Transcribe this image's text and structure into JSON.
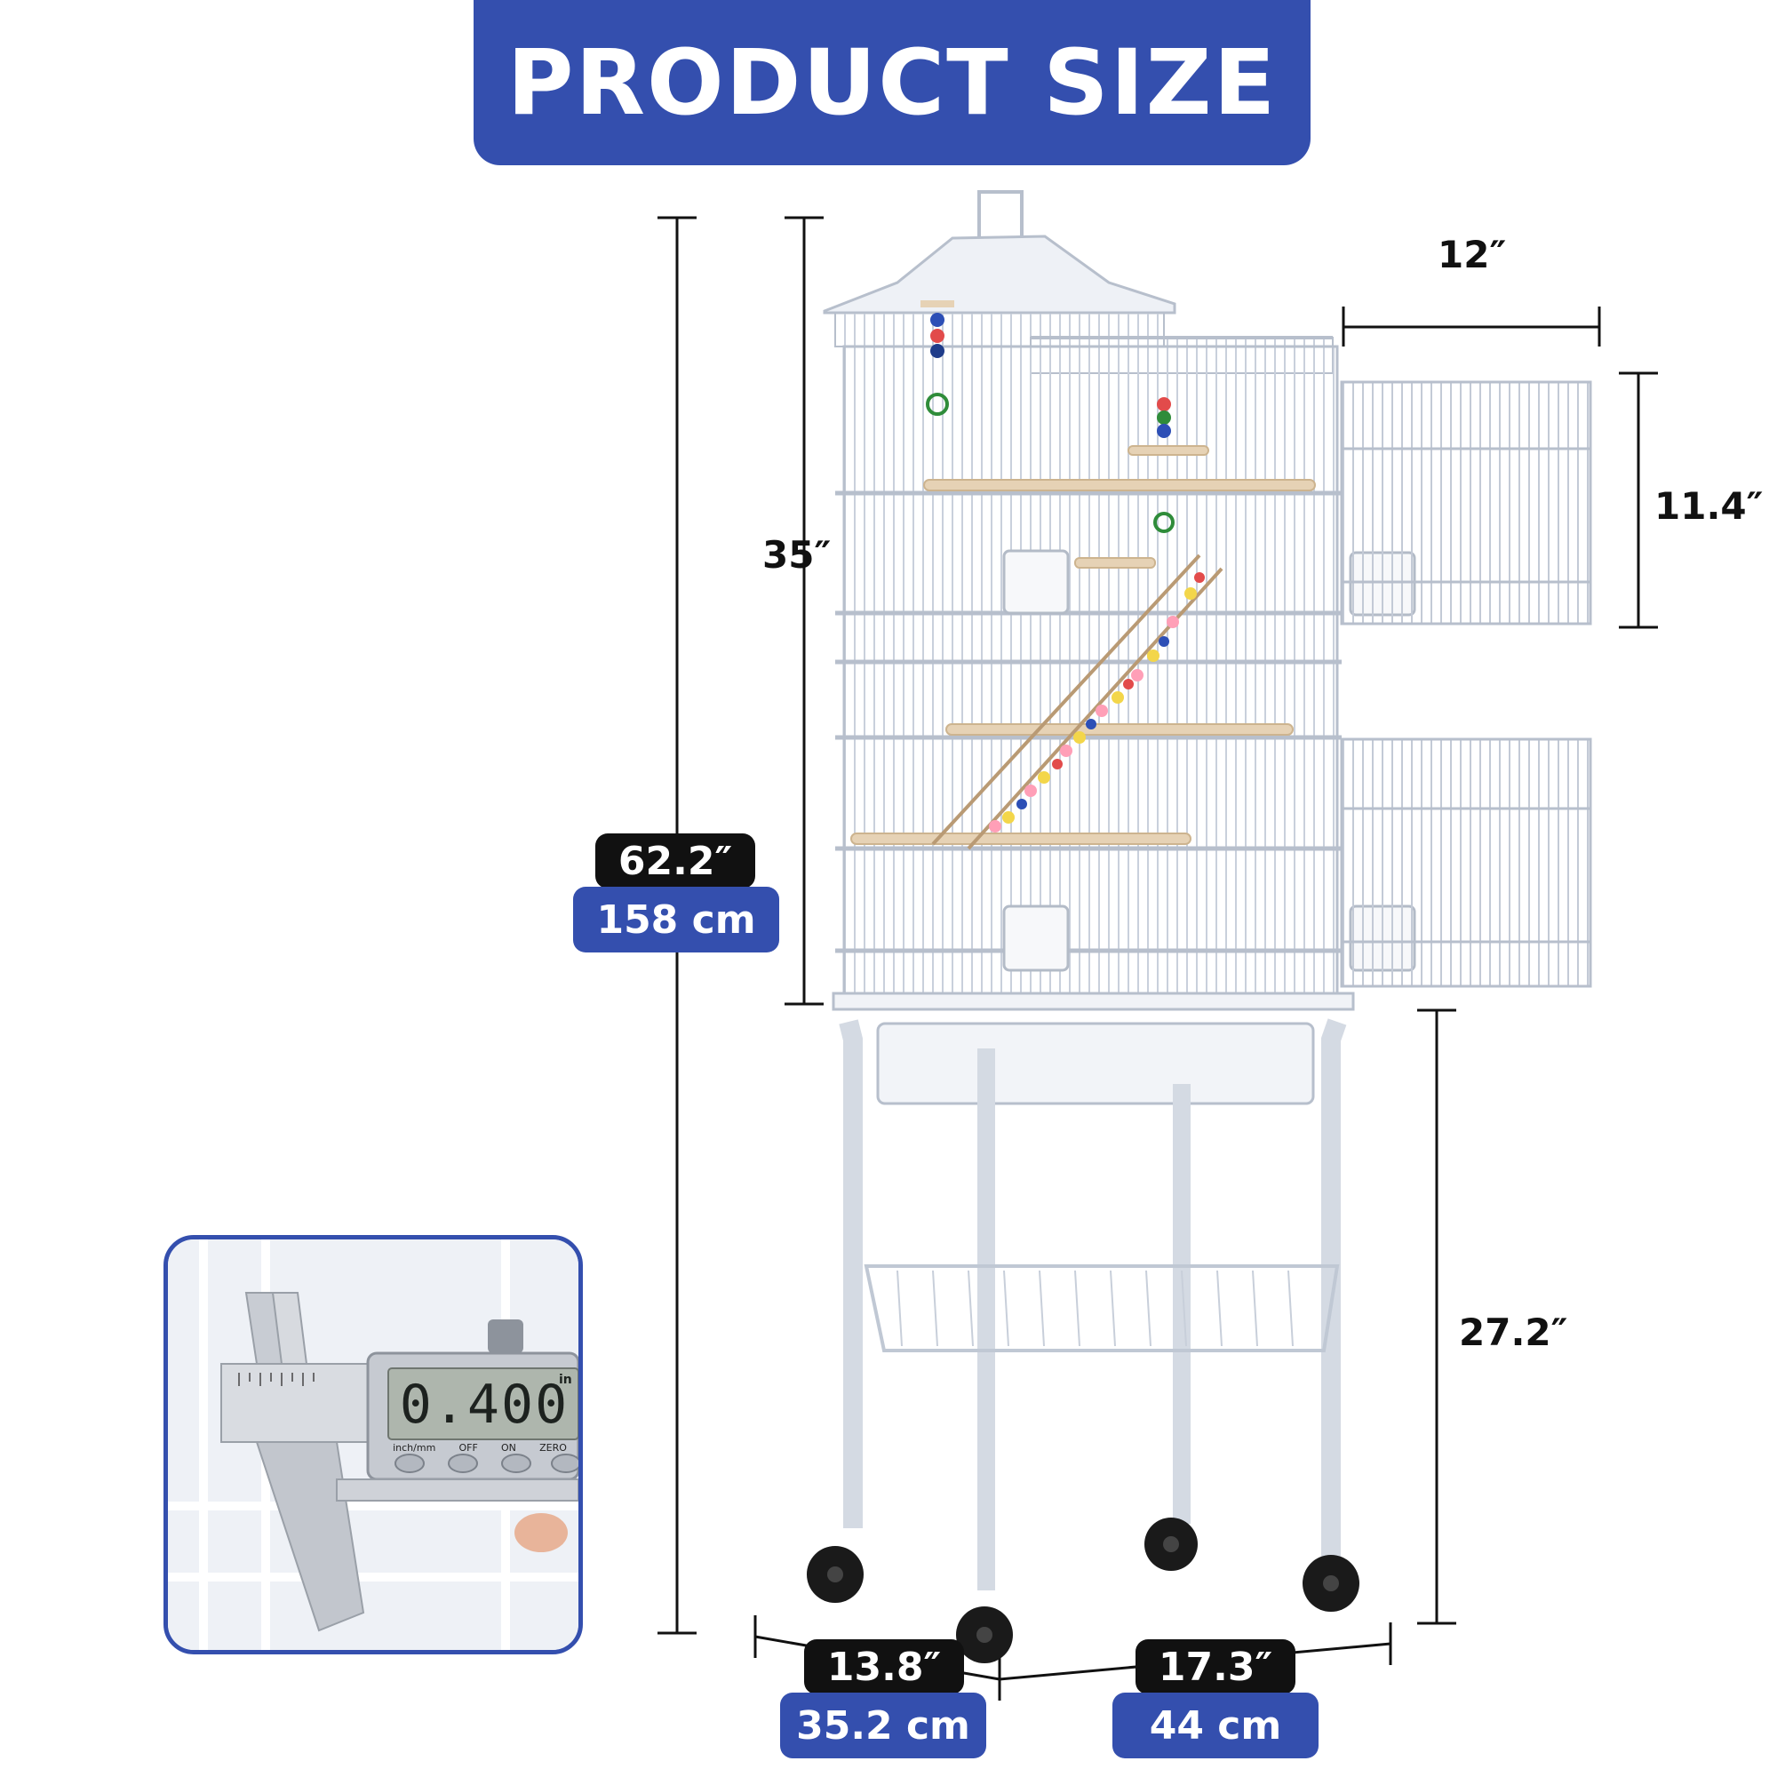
{
  "banner": {
    "title": "PRODUCT SIZE"
  },
  "dimensions": {
    "total_height": {
      "in": "62.2″",
      "cm": "158 cm"
    },
    "cage_height": "35″",
    "door_width": "12″",
    "door_height": "11.4″",
    "stand_height": "27.2″",
    "depth": {
      "in": "13.8″",
      "cm": "35.2 cm"
    },
    "width": {
      "in": "17.3″",
      "cm": "44 cm"
    }
  },
  "caliper": {
    "reading": "0.400",
    "unit": "in",
    "button_labels": [
      "inch/mm",
      "OFF",
      "ON",
      "ZERO"
    ]
  },
  "colors": {
    "accent_blue": "#344fae",
    "label_black": "#111111"
  }
}
